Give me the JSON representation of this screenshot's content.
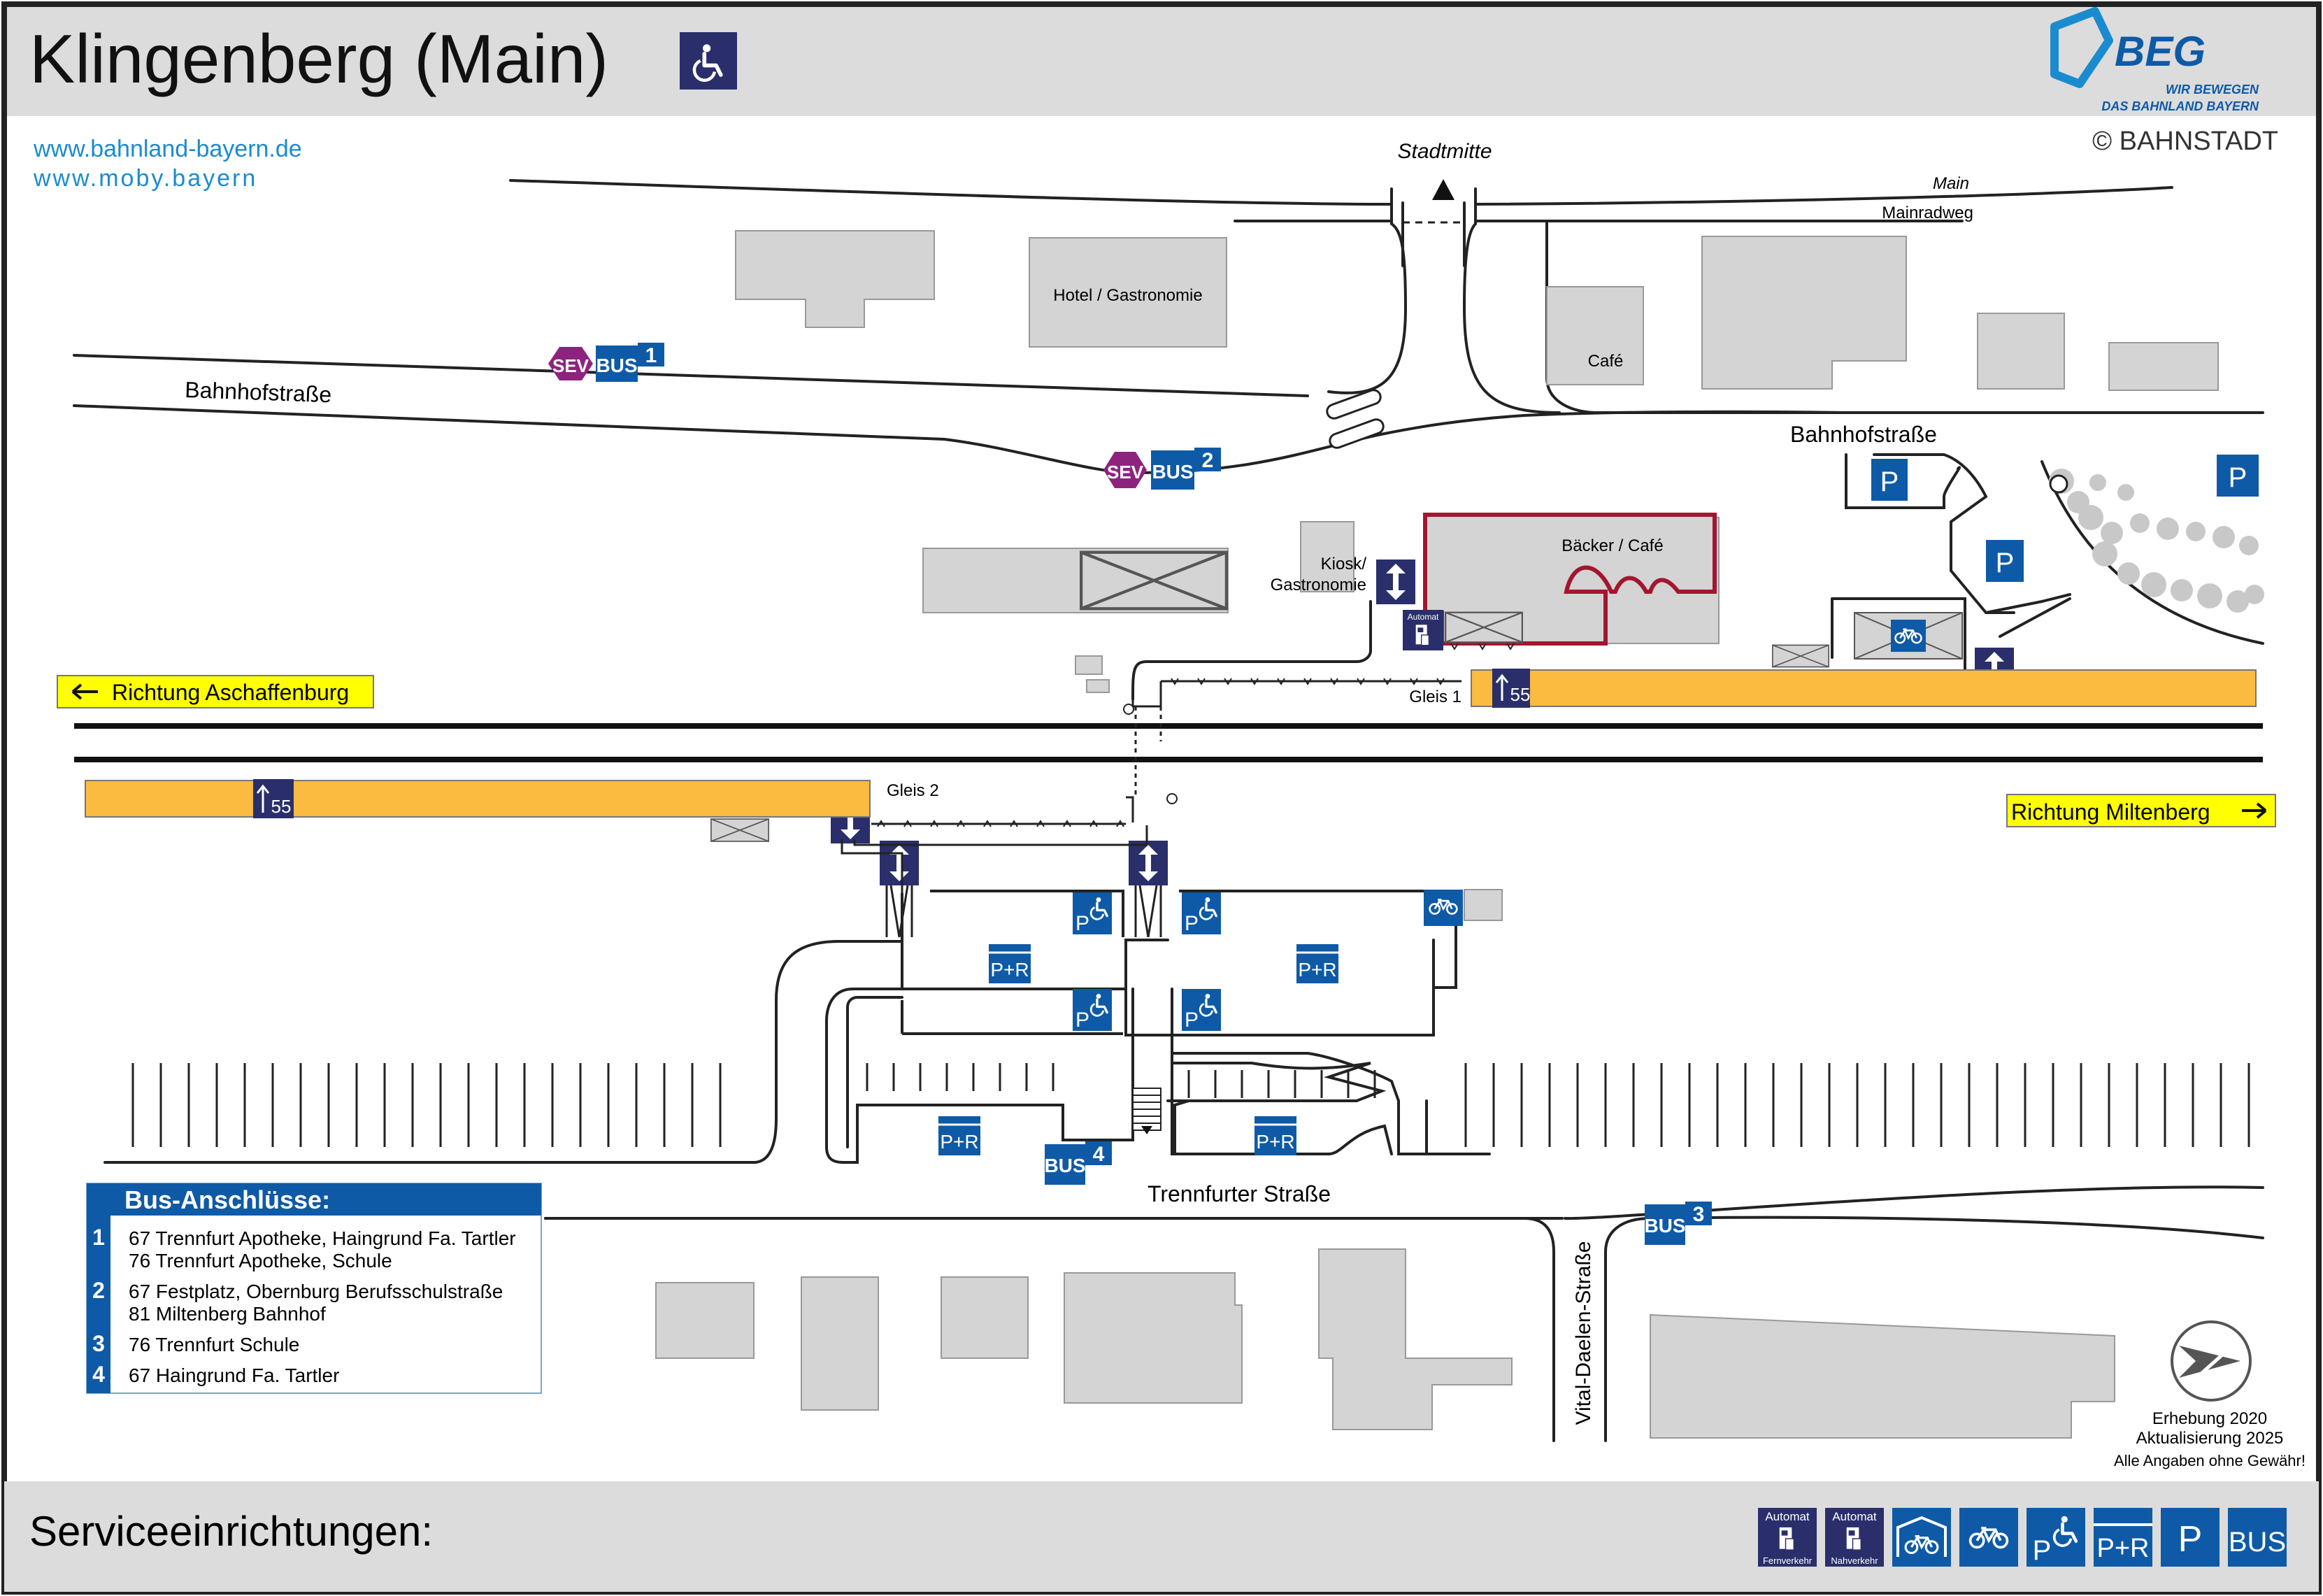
{
  "header": {
    "title": "Klingenberg (Main)",
    "logo": {
      "brand": "BEG",
      "line1": "WIR BEWEGEN",
      "line2": "DAS BAHNLAND BAYERN"
    },
    "links": [
      "www.bahnland-bayern.de",
      "www.moby.bayern"
    ],
    "copyright": "© BAHNSTADT"
  },
  "map": {
    "stadtmitte": "Stadtmitte",
    "main": "Main",
    "mainradweg": "Mainradweg",
    "hotel": "Hotel / Gastronomie",
    "cafe": "Café",
    "bahnhofstrasse_left": "Bahnhofstraße",
    "bahnhofstrasse_right": "Bahnhofstraße",
    "kiosk_line1": "Kiosk/",
    "kiosk_line2": "Gastronomie",
    "baecker": "Bäcker / Café",
    "automat": "Automat",
    "gleis1": "Gleis 1",
    "gleis2": "Gleis 2",
    "platform_height": "55",
    "richtung_aschaffenburg": "Richtung Aschaffenburg",
    "richtung_miltenberg": "Richtung Miltenberg",
    "trennfurter": "Trennfurter Straße",
    "vital": "Vital-Daelen-Straße",
    "erhebung": "Erhebung 2020",
    "aktualisierung": "Aktualisierung 2025",
    "disclaimer": "Alle Angaben ohne Gewähr!",
    "sev": "SEV",
    "bus": "BUS",
    "parking": "P",
    "park_ride": "P+R",
    "stops": [
      "1",
      "2",
      "3",
      "4"
    ]
  },
  "bus_table": {
    "title": "Bus-Anschlüsse:",
    "rows": [
      {
        "num": "1",
        "lines": [
          "67 Trennfurt Apotheke, Haingrund Fa. Tartler",
          "76 Trennfurt Apotheke, Schule"
        ]
      },
      {
        "num": "2",
        "lines": [
          "67 Festplatz, Obernburg Berufsschulstraße",
          "81 Miltenberg Bahnhof"
        ]
      },
      {
        "num": "3",
        "lines": [
          "76 Trennfurt Schule"
        ]
      },
      {
        "num": "4",
        "lines": [
          "67 Haingrund Fa. Tartler"
        ]
      }
    ]
  },
  "footer": {
    "title": "Serviceeinrichtungen:",
    "services": [
      {
        "label": "Automat",
        "sub": "Fernverkehr",
        "icon": "ticket-machine-icon"
      },
      {
        "label": "Automat",
        "sub": "Nahverkehr",
        "icon": "ticket-machine-icon"
      },
      {
        "label": "",
        "sub": "",
        "icon": "bike-parking-icon"
      },
      {
        "label": "",
        "sub": "",
        "icon": "bicycle-icon"
      },
      {
        "label": "P",
        "sub": "",
        "icon": "disabled-parking-icon"
      },
      {
        "label": "P+R",
        "sub": "",
        "icon": "park-ride-icon"
      },
      {
        "label": "P",
        "sub": "",
        "icon": "parking-icon"
      },
      {
        "label": "BUS",
        "sub": "",
        "icon": "bus-icon"
      }
    ]
  },
  "colors": {
    "header_bg": "#dcdcdc",
    "platform": "#fbbb40",
    "direction_sign": "#ffff00",
    "navy": "#2a2f6b",
    "blue": "#0e5aa7",
    "sev": "#8e237f",
    "building": "#d4d4d4",
    "highlight": "#a3162f",
    "link": "#1b8bd0"
  }
}
